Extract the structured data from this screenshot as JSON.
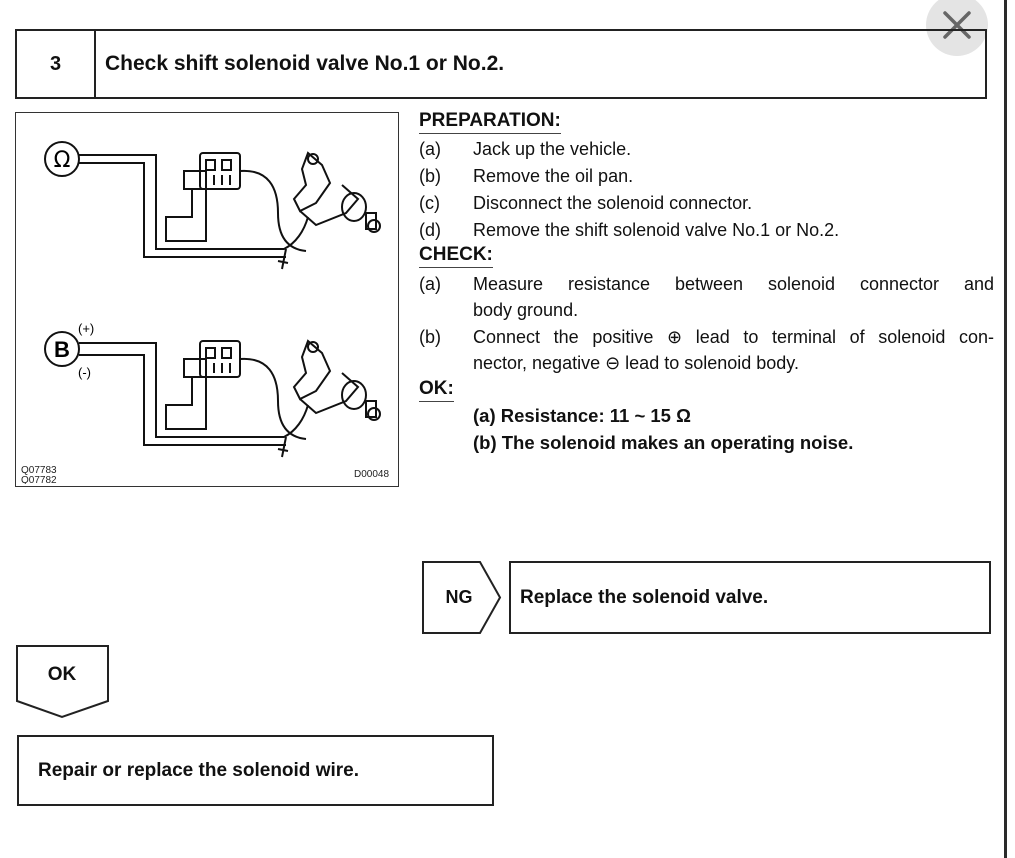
{
  "close_icon": "close-icon",
  "step": {
    "number": "3",
    "title": "Check shift solenoid valve No.1 or No.2."
  },
  "figure": {
    "ohm_symbol": "Ω",
    "battery_label": "B",
    "plus_label": "(+)",
    "minus_label": "(-)",
    "code_left_1": "Q07783",
    "code_left_2": "Q07782",
    "code_right": "D00048"
  },
  "preparation": {
    "heading": "PREPARATION:",
    "items": [
      {
        "label": "(a)",
        "text": "Jack up the vehicle."
      },
      {
        "label": "(b)",
        "text": "Remove the oil pan."
      },
      {
        "label": "(c)",
        "text": "Disconnect the solenoid connector."
      },
      {
        "label": "(d)",
        "text": "Remove the shift solenoid valve No.1 or No.2."
      }
    ]
  },
  "check": {
    "heading": "CHECK:",
    "items": [
      {
        "label": "(a)",
        "line1": "Measure resistance between solenoid connector and",
        "line2": "body ground."
      },
      {
        "label": "(b)",
        "line1": "Connect the positive ⊕ lead to terminal of solenoid con-",
        "line2": "nector, negative ⊖ lead to solenoid body."
      }
    ]
  },
  "ok_spec": {
    "heading": "OK:",
    "line_a": "(a) Resistance: 11 ~ 15 Ω",
    "line_b": "(b) The solenoid makes an operating noise."
  },
  "ng": {
    "tag": "NG",
    "action": "Replace the solenoid valve."
  },
  "ok": {
    "tag": "OK",
    "action": "Repair or replace the solenoid wire."
  }
}
